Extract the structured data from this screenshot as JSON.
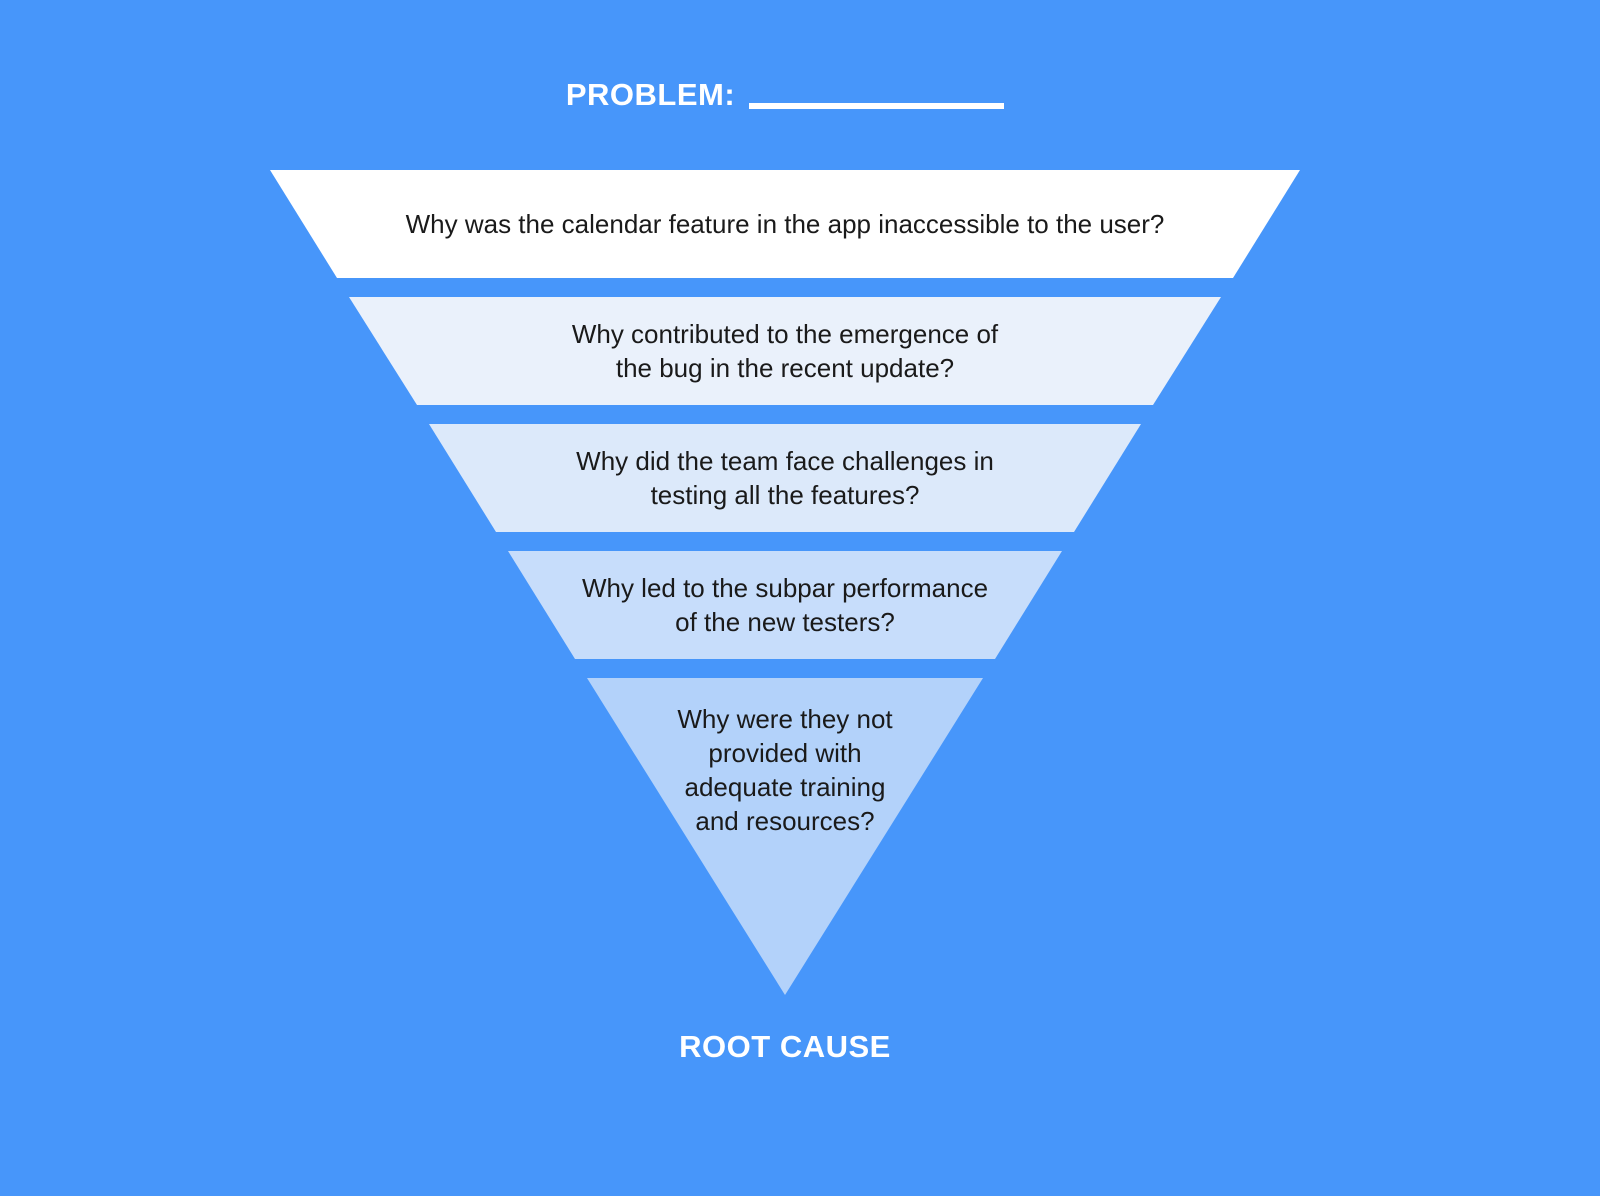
{
  "title": {
    "label": "PROBLEM:"
  },
  "footer": {
    "label": "ROOT CAUSE"
  },
  "colors": {
    "background": "#4796FA",
    "title_text": "#FFFFFF",
    "blank_line": "#FFFFFF",
    "tier_text": "#1A1A1A",
    "tiers": [
      "#FFFFFF",
      "#EAF1FB",
      "#DCE9FA",
      "#C7DDFB",
      "#B3D2FA"
    ]
  },
  "funnel": {
    "tiers": [
      {
        "label": "Why was the calendar feature in the app inaccessible to the user?"
      },
      {
        "label": "Why contributed to the emergence of\nthe bug in the recent update?"
      },
      {
        "label": "Why did the team face challenges in\ntesting all the features?"
      },
      {
        "label": "Why led to the subpar performance\nof the new testers?"
      },
      {
        "label": "Why were they not\nprovided with\nadequate training\nand resources?"
      }
    ]
  }
}
